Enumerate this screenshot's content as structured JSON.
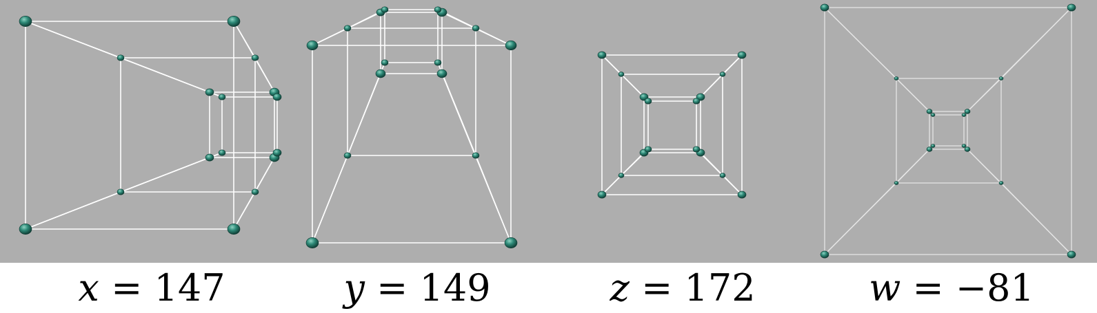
{
  "colors": {
    "panel_background": "#aeaeae",
    "edge": "#ffffff",
    "vertex": "#2e8a78",
    "vertex_highlight": "#8fd3c2",
    "vertex_shadow": "#0e3a32",
    "caption_text": "#000000"
  },
  "panels": [
    {
      "variable": "x",
      "equals": "=",
      "value": "147"
    },
    {
      "variable": "y",
      "equals": "=",
      "value": "149"
    },
    {
      "variable": "z",
      "equals": "=",
      "value": "172"
    },
    {
      "variable": "w",
      "equals": "=",
      "value": "−81"
    }
  ]
}
